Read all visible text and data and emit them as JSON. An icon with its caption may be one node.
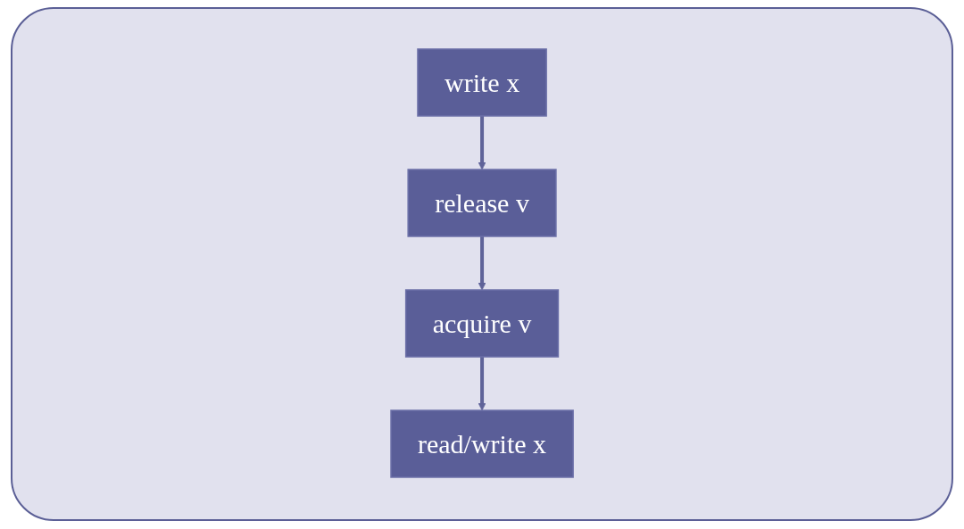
{
  "diagram": {
    "nodes": [
      {
        "text": [
          "write x"
        ]
      },
      {
        "text": [
          "release v"
        ]
      },
      {
        "text": [
          "acquire v"
        ]
      },
      {
        "text": [
          "read/write x"
        ]
      }
    ],
    "edges": [
      {
        "from": 0,
        "to": 1,
        "arrow": "to"
      },
      {
        "from": 1,
        "to": 2,
        "arrow": "to"
      },
      {
        "from": 2,
        "to": 3,
        "arrow": "to"
      }
    ]
  }
}
